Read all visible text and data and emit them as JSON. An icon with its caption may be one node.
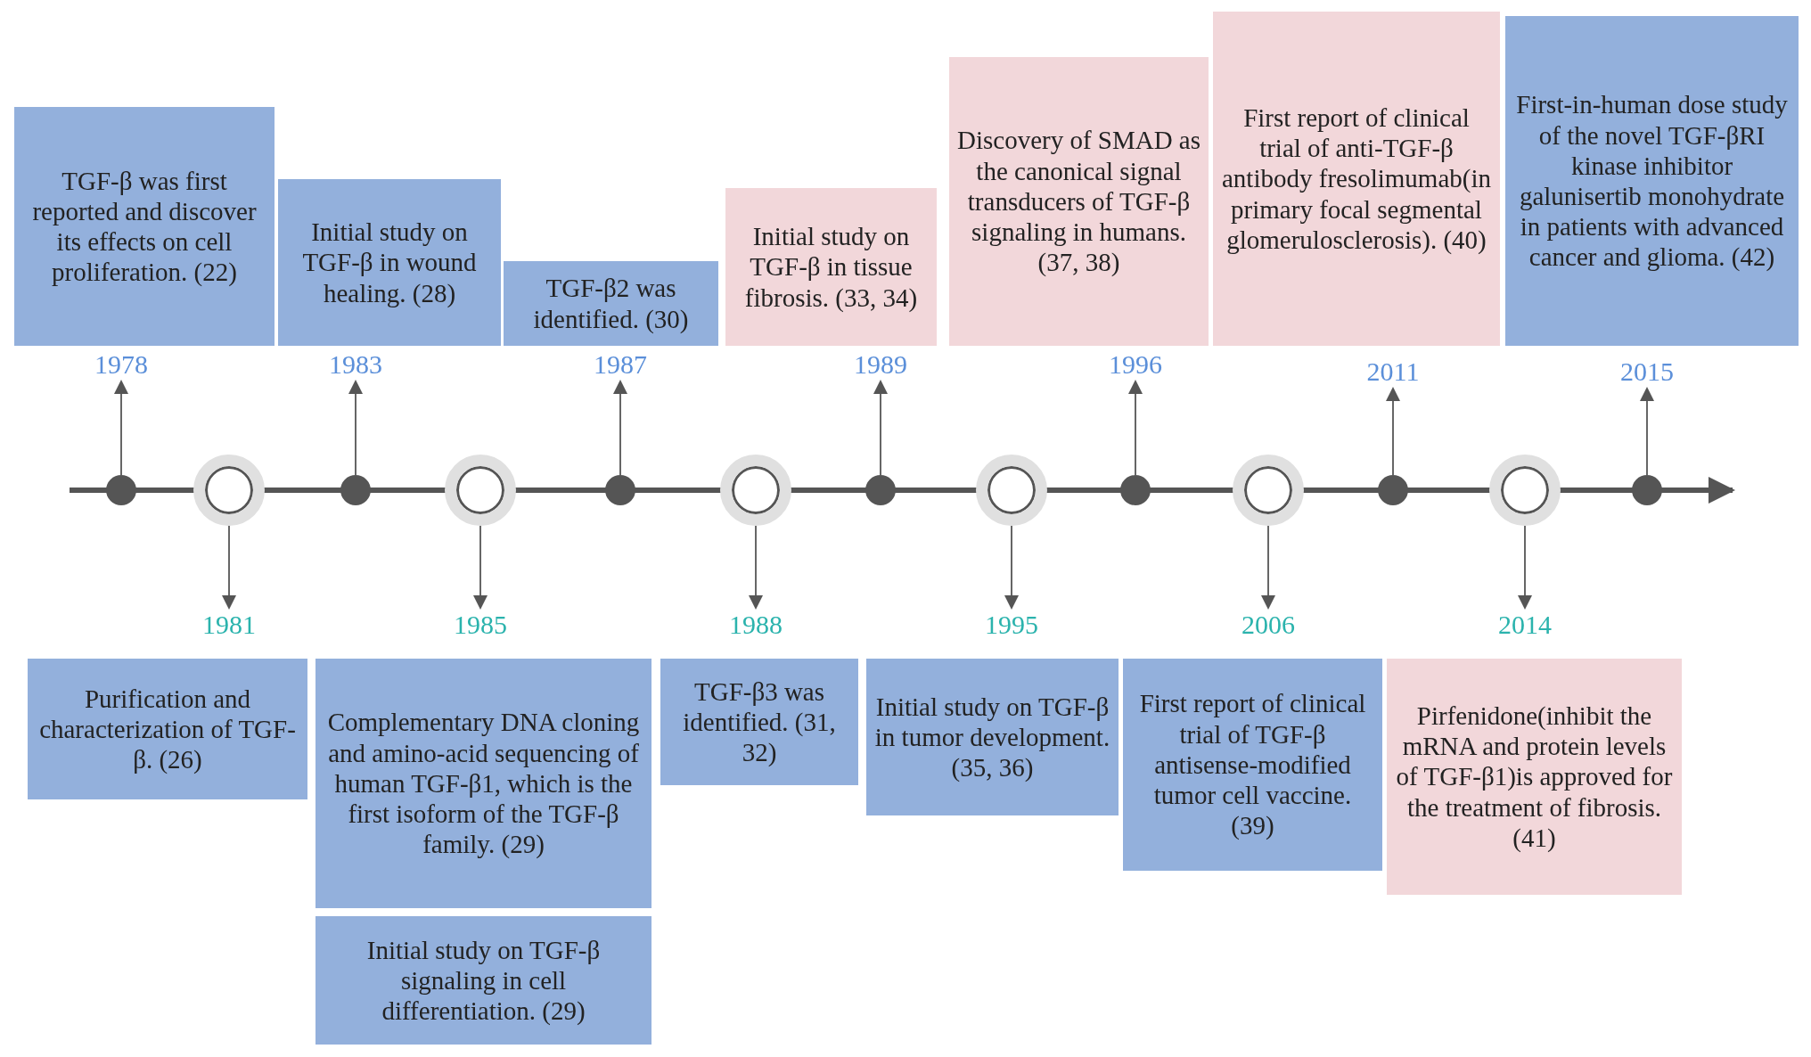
{
  "diagram": {
    "nodes": [
      {
        "text": [
          "TGF-β was first reported and discover its effects on cell proliferation. (22)"
        ]
      },
      {
        "text": [
          "Initial study on TGF-β in wound healing. (28)"
        ]
      },
      {
        "text": [
          "TGF-β2 was identified. (30)"
        ]
      },
      {
        "text": [
          "Initial study on TGF-β in tissue fibrosis. (33, 34)"
        ]
      },
      {
        "text": [
          "Discovery of SMAD as the canonical signal transducers of TGF-β signaling in humans. (37, 38)"
        ]
      },
      {
        "text": [
          "First report of clinical trial of anti-TGF-β antibody fresolimumab(in primary focal segmental glomerulosclerosis). (40)"
        ]
      },
      {
        "text": [
          "First-in-human dose study of the novel TGF-βRI kinase inhibitor galunisertib monohydrate in patients with advanced cancer and glioma. (42)"
        ]
      },
      {
        "text": [
          "1978"
        ]
      },
      {
        "text": [
          "1983"
        ]
      },
      {
        "text": [
          "1987"
        ]
      },
      {
        "text": [
          "1989"
        ]
      },
      {
        "text": [
          "1996"
        ]
      },
      {
        "text": [
          "2011"
        ]
      },
      {
        "text": [
          "2015"
        ]
      },
      {
        "text": [],
        "shape": "circle"
      },
      {
        "text": [],
        "shape": "circle"
      },
      {
        "text": [],
        "shape": "circle"
      },
      {
        "text": [],
        "shape": "circle"
      },
      {
        "text": [],
        "shape": "circle"
      },
      {
        "text": [],
        "shape": "circle"
      },
      {
        "text": [],
        "shape": "circle"
      },
      {
        "text": [],
        "shape": "circle"
      },
      {
        "text": [],
        "shape": "circle"
      },
      {
        "text": [],
        "shape": "circle"
      },
      {
        "text": [],
        "shape": "circle"
      },
      {
        "text": [],
        "shape": "circle"
      },
      {
        "text": [],
        "shape": "circle"
      },
      {
        "text": [
          "1981"
        ]
      },
      {
        "text": [
          "1985"
        ]
      },
      {
        "text": [
          "1988"
        ]
      },
      {
        "text": [
          "1995"
        ]
      },
      {
        "text": [
          "2006"
        ]
      },
      {
        "text": [
          "2014"
        ]
      },
      {
        "text": [
          "Purification and characterization of TGF-β. (26)"
        ]
      },
      {
        "text": [
          "Complementary DNA cloning and amino-acid sequencing of human TGF-β1, which is the first isoform of the TGF-β family. (29)"
        ]
      },
      {
        "text": [
          "Initial study on TGF-β signaling in cell differentiation. (29)"
        ]
      },
      {
        "text": [
          "TGF-β3 was identified. (31, 32)"
        ]
      },
      {
        "text": [
          "Initial study on TGF-β in tumor development. (35, 36)"
        ]
      },
      {
        "text": [
          "First report of clinical trial of TGF-β antisense-modified tumor cell vaccine. (39)"
        ]
      },
      {
        "text": [
          "Pirfenidone(inhibit the mRNA and protein levels of TGF-β1)is approved for the treatment of fibrosis. (41)"
        ]
      }
    ],
    "edges": [
      {
        "from": 14,
        "to": 7,
        "arrow": "to"
      },
      {
        "from": 16,
        "to": 8,
        "arrow": "to"
      },
      {
        "from": 18,
        "to": 9,
        "arrow": "to"
      },
      {
        "from": 20,
        "to": 10,
        "arrow": "to"
      },
      {
        "from": 22,
        "to": 11,
        "arrow": "to"
      },
      {
        "from": 24,
        "to": 12,
        "arrow": "to"
      },
      {
        "from": 26,
        "to": 13,
        "arrow": "to"
      },
      {
        "from": 15,
        "to": 27,
        "arrow": "to"
      },
      {
        "from": 17,
        "to": 28,
        "arrow": "to"
      },
      {
        "from": 19,
        "to": 29,
        "arrow": "to"
      },
      {
        "from": 21,
        "to": 30,
        "arrow": "to"
      },
      {
        "from": 23,
        "to": 31,
        "arrow": "to"
      },
      {
        "from": 25,
        "to": 32,
        "arrow": "to"
      }
    ]
  }
}
